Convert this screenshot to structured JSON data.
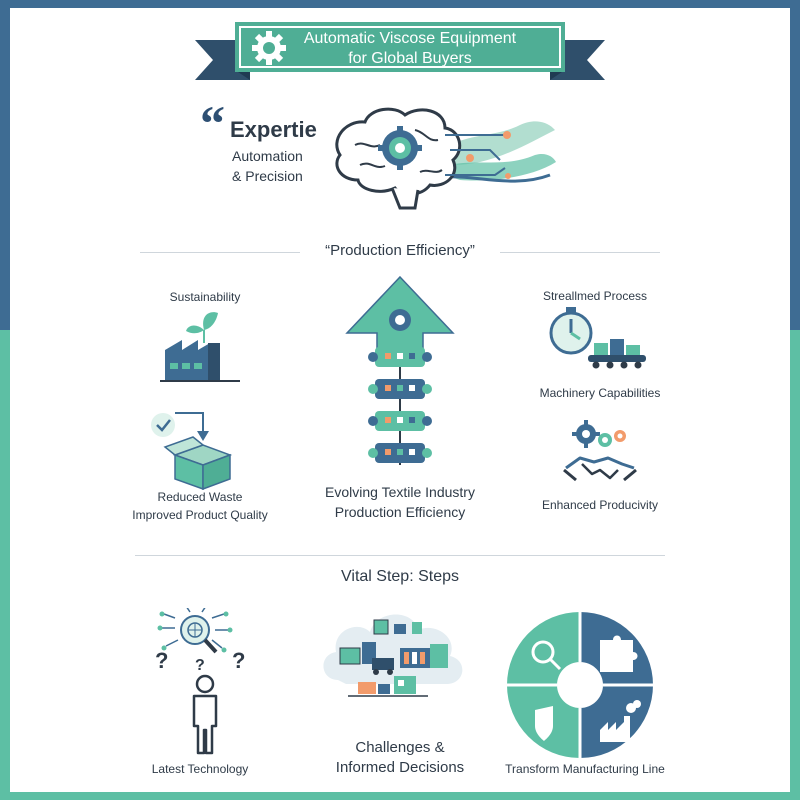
{
  "header": {
    "title_line1": "Automatic Viscose Equipment",
    "title_line2": "for Global Buyers",
    "icon": "gear-icon"
  },
  "expertise": {
    "quote_mark": "“",
    "heading": "Expertie",
    "line1": "Automation",
    "line2": "& Precision",
    "icon": "brain-gear-icon"
  },
  "efficiency": {
    "title": "“Production Efficiency”",
    "sustainability": "Sustainability",
    "reduced_waste": "Reduced Waste",
    "improved_quality": "Improved Product Quality",
    "center_line1": "Evolving Textile Industry",
    "center_line2": "Production Efficiency",
    "streamlined": "Streallmed Process",
    "machinery": "Machinery Capabilities",
    "productivity": "Enhanced Producivity"
  },
  "steps": {
    "title": "Vital Step: Steps",
    "latest_tech": "Latest Technology",
    "challenges_line1": "Challenges &",
    "challenges_line2": "Informed Decisions",
    "transform": "Transform Manufacturing Line"
  },
  "colors": {
    "teal": "#5dbfa4",
    "navy": "#3e6c93",
    "dark": "#2f3b48",
    "banner": "#4fae95"
  }
}
